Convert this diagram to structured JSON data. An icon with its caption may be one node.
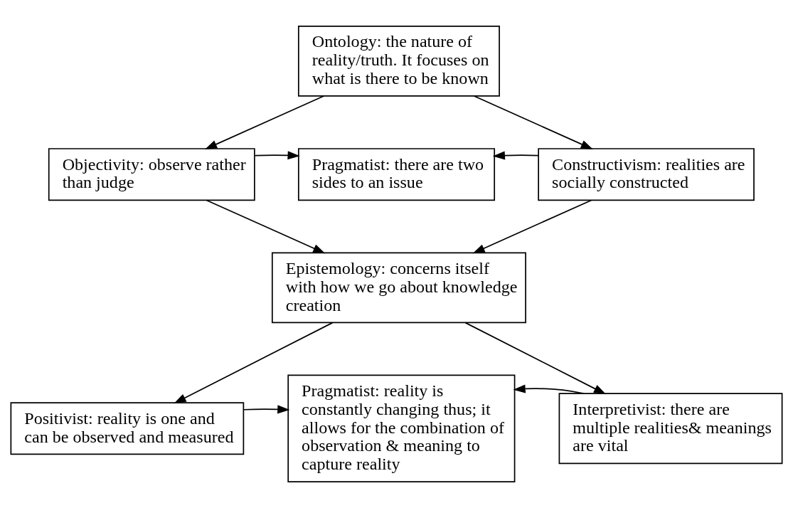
{
  "diagram": {
    "nodes": [
      {
        "text": [
          "Ontology: the nature of reality/truth. It focuses on what is there to be known"
        ]
      },
      {
        "text": [
          "Objectivity: observe rather than judge"
        ]
      },
      {
        "text": [
          "Pragmatist: there are two sides to an issue"
        ]
      },
      {
        "text": [
          "Constructivism: realities are socially constructed"
        ]
      },
      {
        "text": [
          "Epistemology: concerns itself with how we go about knowledge creation"
        ]
      },
      {
        "text": [
          "Positivist: reality is one and can be observed and measured"
        ]
      },
      {
        "text": [
          "Pragmatist: reality is constantly changing thus; it allows for the combination of observation & meaning to capture reality"
        ]
      },
      {
        "text": [
          "Interpretivist: there are multiple realities& meanings are vital"
        ]
      }
    ],
    "edges": [
      {
        "from": 0,
        "to": 1,
        "arrow": "to"
      },
      {
        "from": 0,
        "to": 3,
        "arrow": "to"
      },
      {
        "from": 1,
        "to": 2,
        "arrow": "to"
      },
      {
        "from": 3,
        "to": 2,
        "arrow": "to"
      },
      {
        "from": 1,
        "to": 4,
        "arrow": "to"
      },
      {
        "from": 3,
        "to": 4,
        "arrow": "to"
      },
      {
        "from": 4,
        "to": 5,
        "arrow": "to"
      },
      {
        "from": 4,
        "to": 7,
        "arrow": "to"
      },
      {
        "from": 5,
        "to": 6,
        "arrow": "to"
      },
      {
        "from": 7,
        "to": 6,
        "arrow": "to"
      }
    ]
  }
}
